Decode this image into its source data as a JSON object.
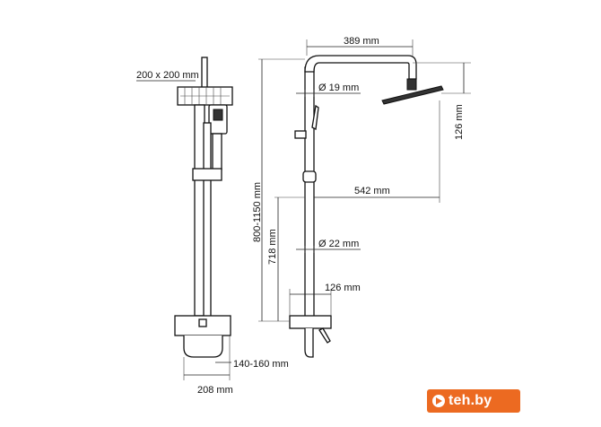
{
  "diagram": {
    "front_view": {
      "head_size": "200 x 200 mm",
      "width": "208 mm",
      "offset": "140-160 mm"
    },
    "side_view": {
      "arm_length": "389 mm",
      "arm_diameter": "Ø 19 mm",
      "head_drop": "126 mm",
      "total_height": "800-1150 mm",
      "pipe_height": "718 mm",
      "reach": "542 mm",
      "pipe_diameter": "Ø 22 mm",
      "mixer_depth": "126 mm"
    }
  },
  "watermark": {
    "text": "teh.by",
    "color": "#ec6a21"
  }
}
